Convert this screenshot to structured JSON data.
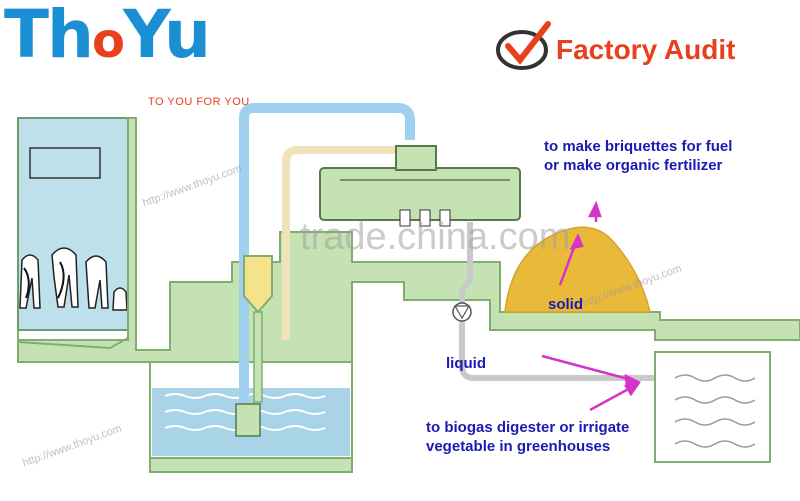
{
  "brand": {
    "name_part1": "Th",
    "name_part2": "o",
    "name_part3": "Yu",
    "tagline": "TO YOU FOR YOU"
  },
  "badge": {
    "text": "Factory Audit"
  },
  "labels": {
    "fuel": [
      "to make briquettes for fuel",
      "or make organic fertilizer"
    ],
    "solid": "solid",
    "liquid": "liquid",
    "biogas": [
      "to biogas digester or irrigate",
      "vegetable in greenhouses"
    ]
  },
  "watermark": {
    "main": "trade.china.com",
    "repeat": "http://www.thoyu.com"
  },
  "colors": {
    "brand_blue": "#1a8fd4",
    "brand_orange": "#e8401c",
    "ground": "#c5e3b2",
    "water": "#a9d4e8",
    "pipe_blue": "#9fd0ee",
    "solid": "#e9b93a",
    "arrow": "#d633c8",
    "label": "#1a1ab4"
  }
}
